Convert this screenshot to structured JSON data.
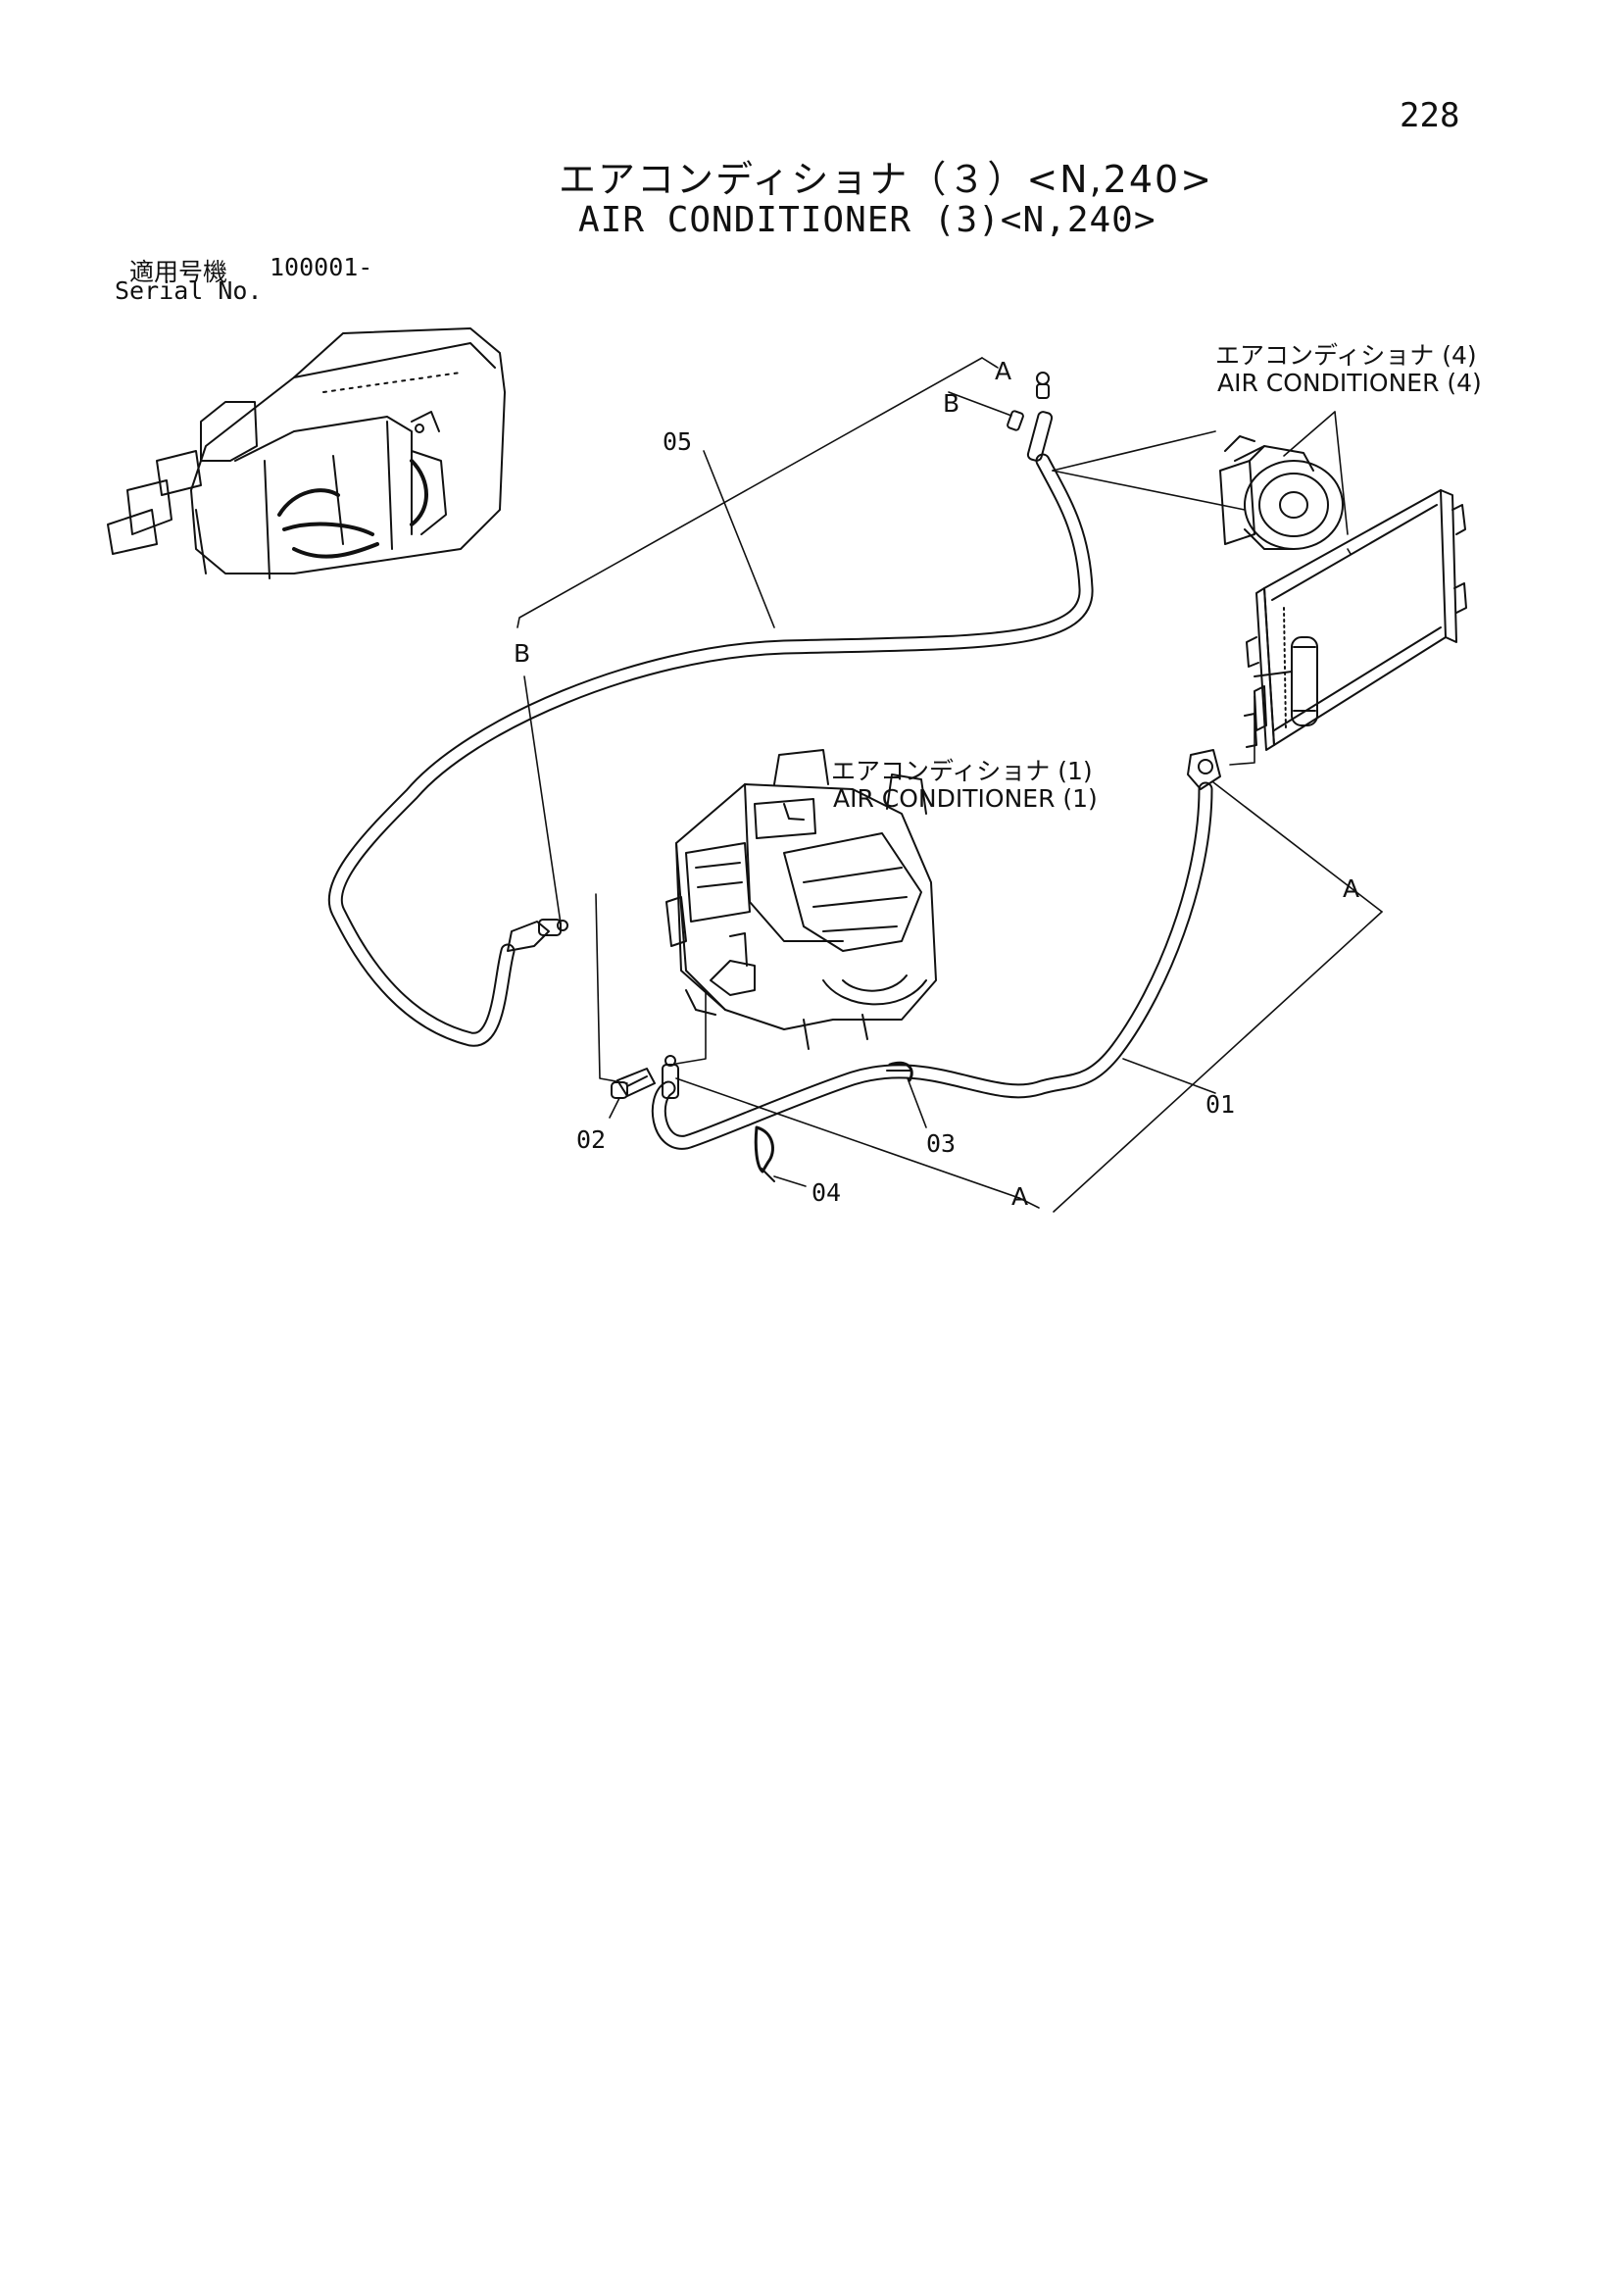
{
  "page_number": "228",
  "title": {
    "jp": "エアコンディショナ（３）<N,240>",
    "en": "AIR CONDITIONER (3)<N,240>"
  },
  "serial": {
    "label_jp": "適用号機",
    "label_en": "Serial No.",
    "value": "100001-"
  },
  "callouts": {
    "ac4_jp": "エアコンディショナ (4)",
    "ac4_en": "AIR CONDITIONER (4)",
    "ac1_jp": "エアコンディショナ (1)",
    "ac1_en": "AIR CONDITIONER (1)"
  },
  "parts": [
    "01",
    "02",
    "03",
    "04",
    "05"
  ],
  "connection_labels": {
    "a": "A",
    "b": "B"
  }
}
